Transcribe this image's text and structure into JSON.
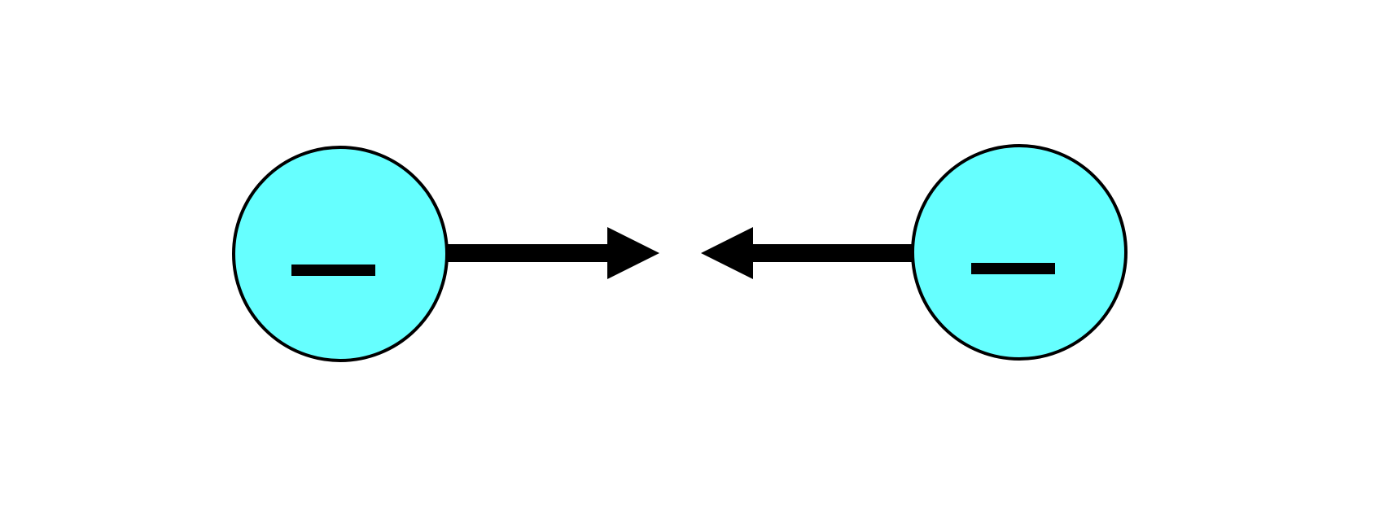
{
  "diagram": {
    "charges": [
      {
        "sign": "negative",
        "fill_color": "#66ffff",
        "stroke_color": "#000000"
      },
      {
        "sign": "negative",
        "fill_color": "#66ffff",
        "stroke_color": "#000000"
      }
    ],
    "force_arrows": [
      {
        "direction": "right",
        "color": "#000000"
      },
      {
        "direction": "left",
        "color": "#000000"
      }
    ],
    "background_color": "#ffffff"
  }
}
